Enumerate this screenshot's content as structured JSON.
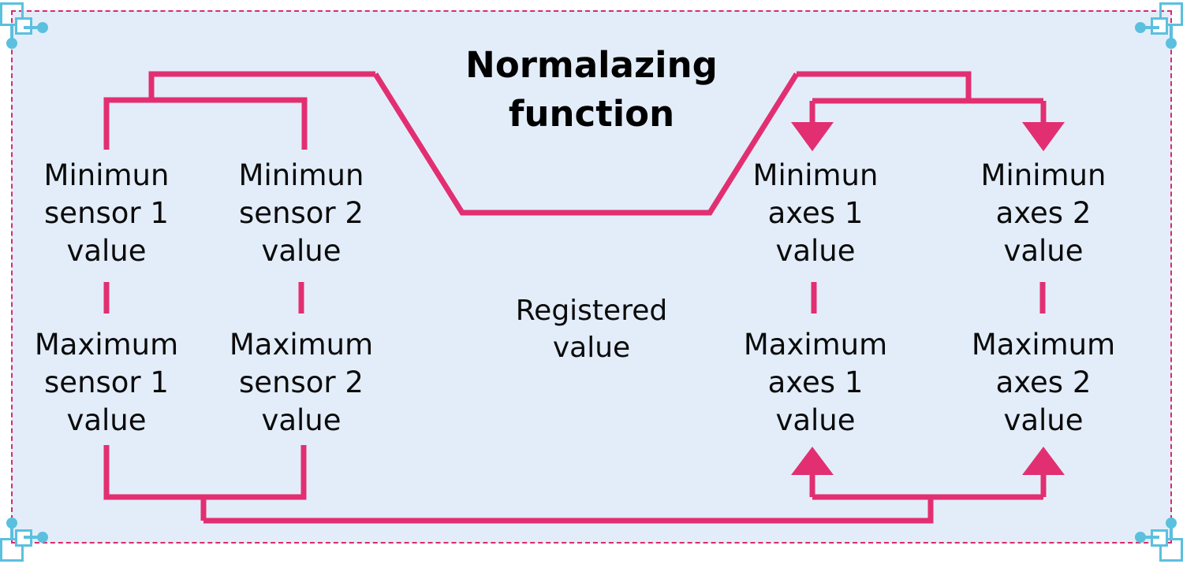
{
  "canvas": {
    "background_color": "#e3edf9",
    "selection_border_color": "#d92b6a",
    "handle_color": "#5bc0de"
  },
  "diagram": {
    "accent_color": "#e22f71",
    "text_color": "#0b0b0b",
    "title": "Normalazing\nfunction",
    "center_label": "Registered\nvalue",
    "nodes": {
      "min_sensor_1": "Minimun\nsensor 1\nvalue",
      "min_sensor_2": "Minimun\nsensor 2\nvalue",
      "max_sensor_1": "Maximum\nsensor 1\nvalue",
      "max_sensor_2": "Maximum\nsensor 2\nvalue",
      "min_axes_1": "Minimun\naxes 1\nvalue",
      "min_axes_2": "Minimun\naxes 2\nvalue",
      "max_axes_1": "Maximum\naxes 1\nvalue",
      "max_axes_2": "Maximum\naxes 2\nvalue"
    }
  }
}
